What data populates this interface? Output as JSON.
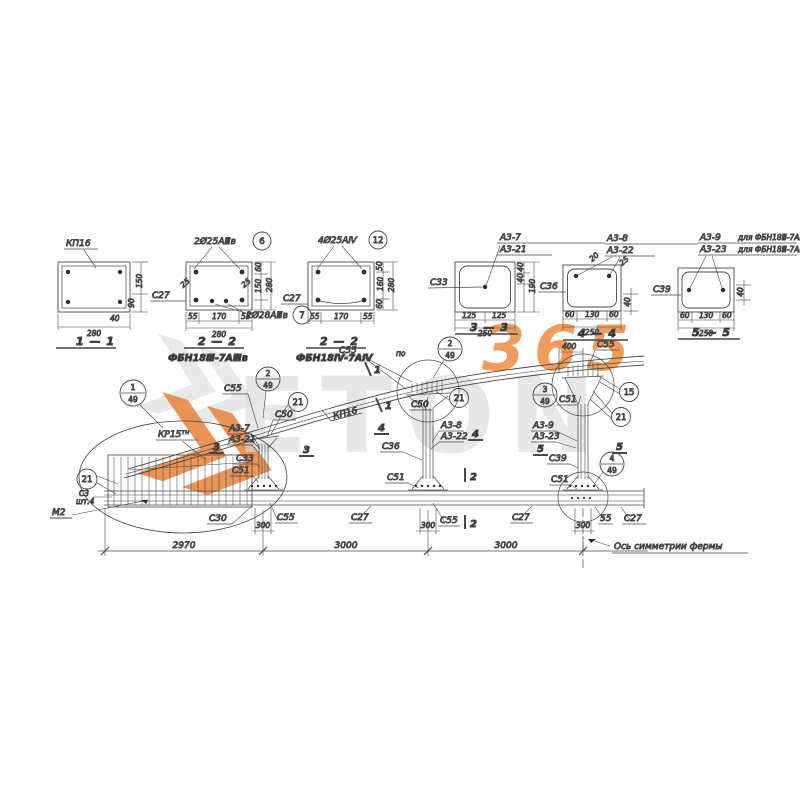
{
  "watermark": {
    "digits": "365",
    "letters": "ETON"
  },
  "sections": {
    "s11": {
      "title": "1 — 1",
      "label": "КП16",
      "h_top": "150",
      "h_bot": "90",
      "w_inner": "40",
      "w_total": "280"
    },
    "s22a": {
      "title": "2 — 2",
      "subtitle": "ФБН18Ⅲ-7АⅢв",
      "bar_top": "2Ø25АⅢв",
      "bar_top_pos": "6",
      "bar_bot": "2Ø28АⅢв",
      "bar_bot_pos": "7",
      "mesh": "С27",
      "cover": "25",
      "b1": "55",
      "b2": "170",
      "b3": "55",
      "w_total": "280",
      "r1": "60",
      "r2": "150",
      "h_total": "280"
    },
    "s22b": {
      "title": "2 — 2",
      "subtitle": "ФБН18Ⅳ-7АⅣ",
      "bar_top": "4Ø25АⅣ",
      "bar_top_pos": "12",
      "mesh": "С27",
      "b1": "55",
      "b2": "170",
      "b3": "55",
      "r1": "50",
      "r2": "160",
      "r3": "60",
      "h_total": "280"
    },
    "s33": {
      "title": "3 — 3",
      "a_top": "А3-7",
      "a_bot": "А3-21",
      "mesh": "С33",
      "b1": "125",
      "b2": "125",
      "w_total": "250",
      "r1": "40",
      "r2": "40",
      "h_total": "190"
    },
    "s44": {
      "title": "4 — 4",
      "a_top": "А3-8",
      "a_bot": "А3-22",
      "mesh": "С36",
      "cover_a": "20",
      "cover_b": "25",
      "b1": "60",
      "b2": "130",
      "b3": "60",
      "w_total": "250",
      "r1": "40"
    },
    "s55": {
      "title": "5 — 5",
      "a_top": "А3-9",
      "a_top_note": "для ФБН18Ⅲ-7АⅢв",
      "a_bot": "А3-23",
      "a_bot_note": "для ФБН18Ⅲ-7АⅣ",
      "mesh": "С39",
      "b1": "60",
      "b2": "130",
      "b3": "60",
      "w_total": "250",
      "r1": "40"
    }
  },
  "elevation": {
    "detail1": {
      "num": "1",
      "sheet": "49",
      "cage": "КР15",
      "cage_sup": "тн",
      "pos21": "21",
      "c3": "С3",
      "qty": "шт.4",
      "mark": "М2"
    },
    "post1": {
      "c55": "С55",
      "num": "2",
      "sheet": "49",
      "pos21": "21",
      "c50": "С50",
      "a_top": "А3-7",
      "a_bot": "А3-21",
      "cut": "3",
      "c33": "С33",
      "c51": "С51"
    },
    "arch": {
      "label": "КП16",
      "cut": "1"
    },
    "post2": {
      "c55": "С55",
      "same": "по",
      "num": "2",
      "sheet": "49",
      "c50": "С50",
      "pos21": "21",
      "a_top": "А3-8",
      "a_bot": "А3-22",
      "cut": "4",
      "c36": "С36",
      "c51": "С51"
    },
    "post3": {
      "d400": "400",
      "c55": "С55",
      "num3": "3",
      "sheet": "49",
      "c51": "С51",
      "pos15": "15",
      "pos21": "21",
      "a_top": "А3-9",
      "a_bot": "А3-23",
      "cut": "5",
      "c39": "С39",
      "num4": "4",
      "c51b": "С51"
    },
    "bottom": {
      "c30": "С30",
      "d300": "300",
      "c55": "С55",
      "c27": "С27",
      "cut2": "2",
      "d55": "55"
    },
    "dims": {
      "span1": "2970",
      "span2": "3000",
      "span3": "3000"
    },
    "axis_label": "Ось симметрии фермы"
  }
}
